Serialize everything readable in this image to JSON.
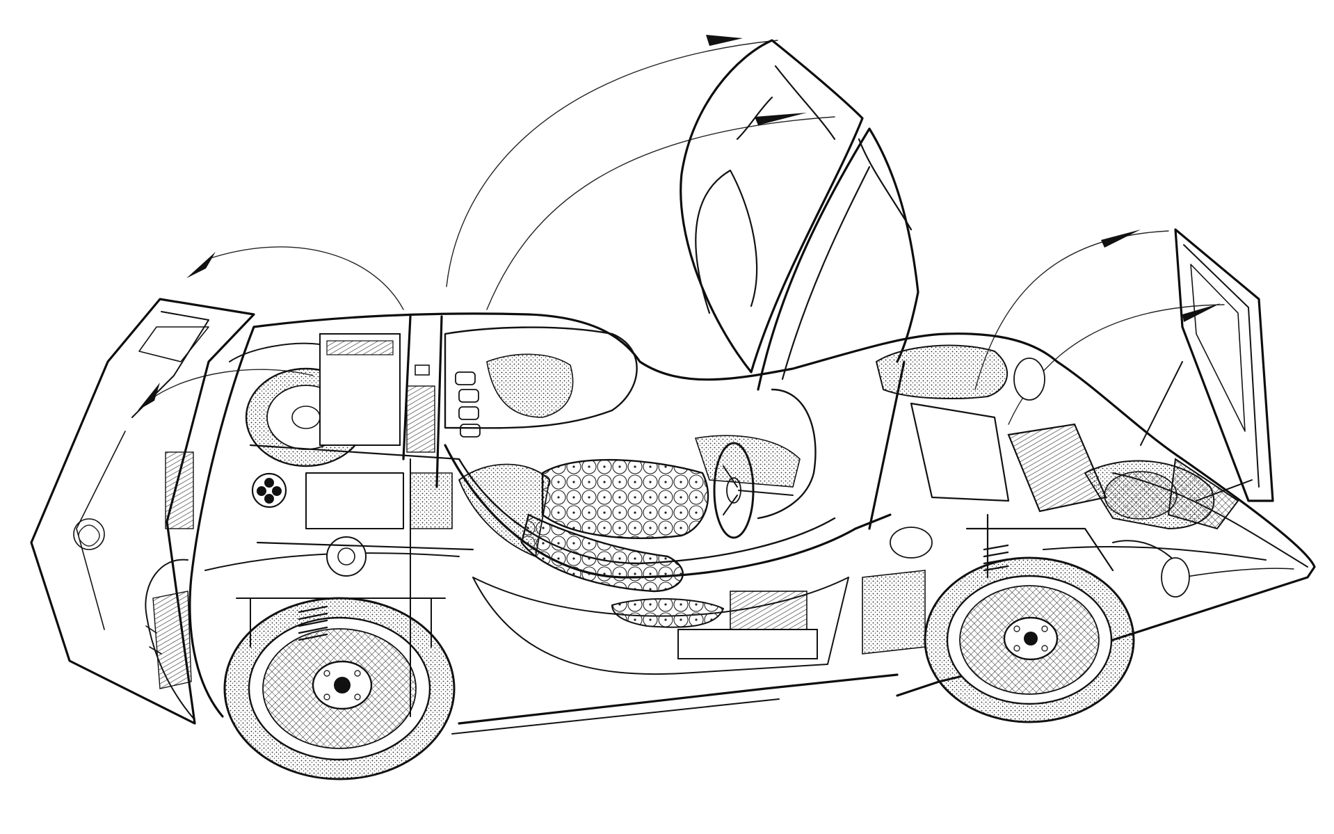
{
  "diagram": {
    "subject": "cutaway-illustration",
    "ink_color": "#111111",
    "paper_color": "#ffffff",
    "parts": [
      {
        "name": "rear-engine-cover",
        "state": "open"
      },
      {
        "name": "left-door",
        "state": "open"
      },
      {
        "name": "right-door",
        "state": "open"
      },
      {
        "name": "front-hood",
        "state": "open"
      },
      {
        "name": "rear-wheel"
      },
      {
        "name": "front-wheel"
      },
      {
        "name": "spare-wheel"
      },
      {
        "name": "engine"
      },
      {
        "name": "seats"
      },
      {
        "name": "steering-wheel"
      },
      {
        "name": "radiator"
      },
      {
        "name": "suspension-springs"
      },
      {
        "name": "badge-emblem"
      }
    ],
    "motion_arrows": 6
  }
}
